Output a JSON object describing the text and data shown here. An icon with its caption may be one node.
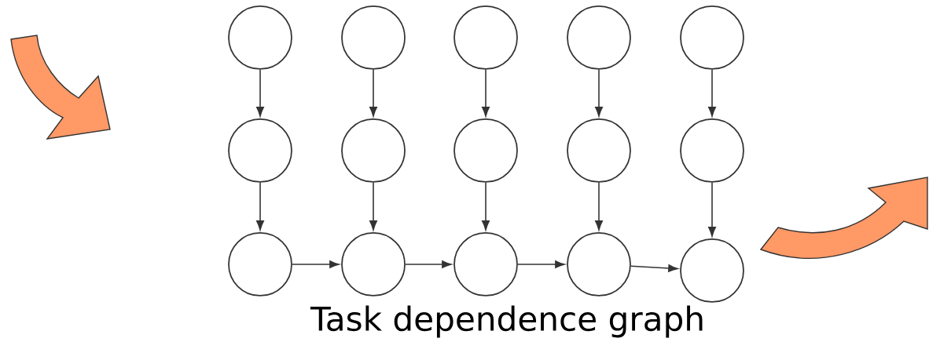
{
  "diagram": {
    "caption": "Task dependence graph",
    "nodes": [
      {
        "text": [],
        "shape": "circle"
      },
      {
        "text": [],
        "shape": "circle"
      },
      {
        "text": [],
        "shape": "circle"
      },
      {
        "text": [],
        "shape": "circle"
      },
      {
        "text": [],
        "shape": "circle"
      },
      {
        "text": [],
        "shape": "circle"
      },
      {
        "text": [],
        "shape": "circle"
      },
      {
        "text": [],
        "shape": "circle"
      },
      {
        "text": [],
        "shape": "circle"
      },
      {
        "text": [],
        "shape": "circle"
      },
      {
        "text": [],
        "shape": "circle"
      },
      {
        "text": [],
        "shape": "circle"
      },
      {
        "text": [],
        "shape": "circle"
      },
      {
        "text": [],
        "shape": "circle"
      },
      {
        "text": [],
        "shape": "circle"
      }
    ],
    "edges": [
      {
        "from": 0,
        "to": 5,
        "arrow": "to"
      },
      {
        "from": 1,
        "to": 6,
        "arrow": "to"
      },
      {
        "from": 2,
        "to": 7,
        "arrow": "to"
      },
      {
        "from": 3,
        "to": 8,
        "arrow": "to"
      },
      {
        "from": 4,
        "to": 9,
        "arrow": "to"
      },
      {
        "from": 5,
        "to": 10,
        "arrow": "to"
      },
      {
        "from": 6,
        "to": 11,
        "arrow": "to"
      },
      {
        "from": 7,
        "to": 12,
        "arrow": "to"
      },
      {
        "from": 8,
        "to": 13,
        "arrow": "to"
      },
      {
        "from": 9,
        "to": 14,
        "arrow": "to"
      },
      {
        "from": 10,
        "to": 11,
        "arrow": "to"
      },
      {
        "from": 11,
        "to": 12,
        "arrow": "to"
      },
      {
        "from": 12,
        "to": 13,
        "arrow": "to"
      },
      {
        "from": 13,
        "to": 14,
        "arrow": "to"
      }
    ]
  }
}
